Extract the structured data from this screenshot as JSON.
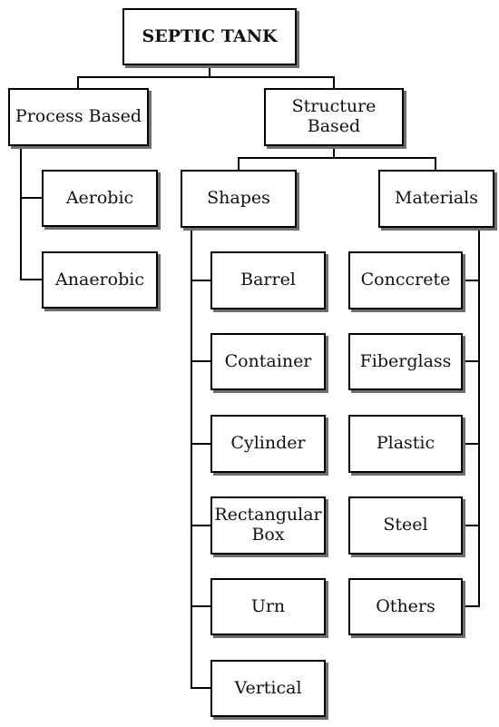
{
  "root": {
    "label": "SEPTIC TANK"
  },
  "process": {
    "label": "Process Based",
    "children": [
      "Aerobic",
      "Anaerobic"
    ]
  },
  "structure": {
    "label": "Structure\nBased",
    "shapes": {
      "label": "Shapes",
      "children": [
        "Barrel",
        "Container",
        "Cylinder",
        "Rectangular\nBox",
        "Urn",
        "Vertical"
      ]
    },
    "materials": {
      "label": "Materials",
      "children": [
        "Conccrete",
        "Fiberglass",
        "Plastic",
        "Steel",
        "Others"
      ]
    }
  },
  "colors": {
    "line": "#000000",
    "shadow": "#6e6e6e",
    "box_fill": "#ffffff"
  }
}
